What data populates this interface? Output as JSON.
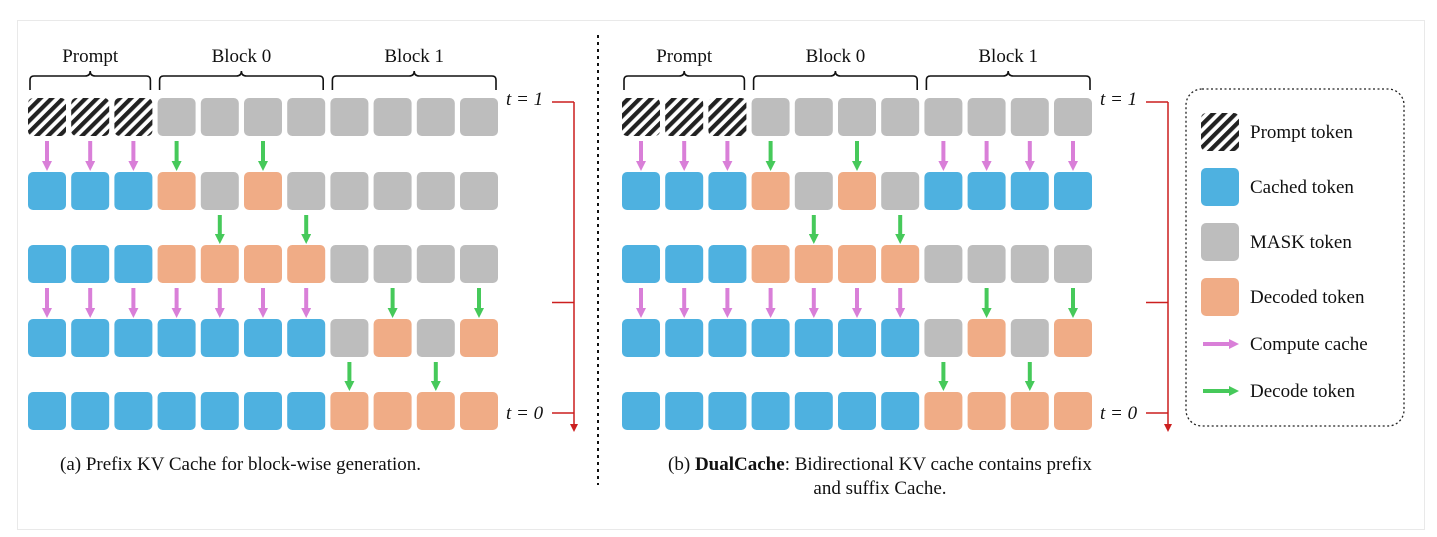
{
  "colors": {
    "prompt_stripe": "#222222",
    "cached": "#4eb1e0",
    "mask": "#bdbdbd",
    "decoded": "#f0ac86",
    "compute_arrow": "#d97fd8",
    "decode_arrow": "#46c95a",
    "timeline": "#cc1f1f"
  },
  "panels": [
    {
      "id": "a",
      "group_labels": [
        "Prompt",
        "Block 0",
        "Block 1"
      ],
      "time_labels": {
        "top": "t = 1",
        "bottom": "t = 0"
      },
      "caption": {
        "prefix": "(a)  Prefix KV Cache for block-wise generation.",
        "bold": "",
        "rest": "",
        "rest2": ""
      },
      "rows": [
        [
          "P",
          "P",
          "P",
          "M",
          "M",
          "M",
          "M",
          "M",
          "M",
          "M",
          "M"
        ],
        [
          "C",
          "C",
          "C",
          "D",
          "M",
          "D",
          "M",
          "M",
          "M",
          "M",
          "M"
        ],
        [
          "C",
          "C",
          "C",
          "D",
          "D",
          "D",
          "D",
          "M",
          "M",
          "M",
          "M"
        ],
        [
          "C",
          "C",
          "C",
          "C",
          "C",
          "C",
          "C",
          "M",
          "D",
          "M",
          "D"
        ],
        [
          "C",
          "C",
          "C",
          "C",
          "C",
          "C",
          "C",
          "D",
          "D",
          "D",
          "D"
        ]
      ],
      "arrows": [
        {
          "gap": 0,
          "cols": [
            0,
            1,
            2
          ],
          "type": "compute"
        },
        {
          "gap": 0,
          "cols": [
            3,
            5
          ],
          "type": "decode"
        },
        {
          "gap": 1,
          "cols": [
            4,
            6
          ],
          "type": "decode"
        },
        {
          "gap": 2,
          "cols": [
            0,
            1,
            2,
            3,
            4,
            5,
            6
          ],
          "type": "compute"
        },
        {
          "gap": 2,
          "cols": [
            8,
            10
          ],
          "type": "decode"
        },
        {
          "gap": 3,
          "cols": [
            7,
            9
          ],
          "type": "decode"
        }
      ]
    },
    {
      "id": "b",
      "group_labels": [
        "Prompt",
        "Block 0",
        "Block 1"
      ],
      "time_labels": {
        "top": "t = 1",
        "bottom": "t = 0"
      },
      "caption": {
        "prefix": "(b) ",
        "bold": "DualCache",
        "rest": ": Bidirectional KV cache contains prefix",
        "rest2": "and suffix Cache."
      },
      "rows": [
        [
          "P",
          "P",
          "P",
          "M",
          "M",
          "M",
          "M",
          "M",
          "M",
          "M",
          "M"
        ],
        [
          "C",
          "C",
          "C",
          "D",
          "M",
          "D",
          "M",
          "C",
          "C",
          "C",
          "C"
        ],
        [
          "C",
          "C",
          "C",
          "D",
          "D",
          "D",
          "D",
          "M",
          "M",
          "M",
          "M"
        ],
        [
          "C",
          "C",
          "C",
          "C",
          "C",
          "C",
          "C",
          "M",
          "D",
          "M",
          "D"
        ],
        [
          "C",
          "C",
          "C",
          "C",
          "C",
          "C",
          "C",
          "D",
          "D",
          "D",
          "D"
        ]
      ],
      "arrows": [
        {
          "gap": 0,
          "cols": [
            0,
            1,
            2,
            7,
            8,
            9,
            10
          ],
          "type": "compute"
        },
        {
          "gap": 0,
          "cols": [
            3,
            5
          ],
          "type": "decode"
        },
        {
          "gap": 1,
          "cols": [
            4,
            6
          ],
          "type": "decode"
        },
        {
          "gap": 2,
          "cols": [
            0,
            1,
            2,
            3,
            4,
            5,
            6
          ],
          "type": "compute"
        },
        {
          "gap": 2,
          "cols": [
            8,
            10
          ],
          "type": "decode"
        },
        {
          "gap": 3,
          "cols": [
            7,
            9
          ],
          "type": "decode"
        }
      ]
    }
  ],
  "legend": [
    {
      "kind": "P",
      "label": "Prompt token"
    },
    {
      "kind": "C",
      "label": "Cached token"
    },
    {
      "kind": "M",
      "label": "MASK token"
    },
    {
      "kind": "D",
      "label": "Decoded token"
    },
    {
      "kind": "compute",
      "label": "Compute cache"
    },
    {
      "kind": "decode",
      "label": "Decode token"
    }
  ]
}
